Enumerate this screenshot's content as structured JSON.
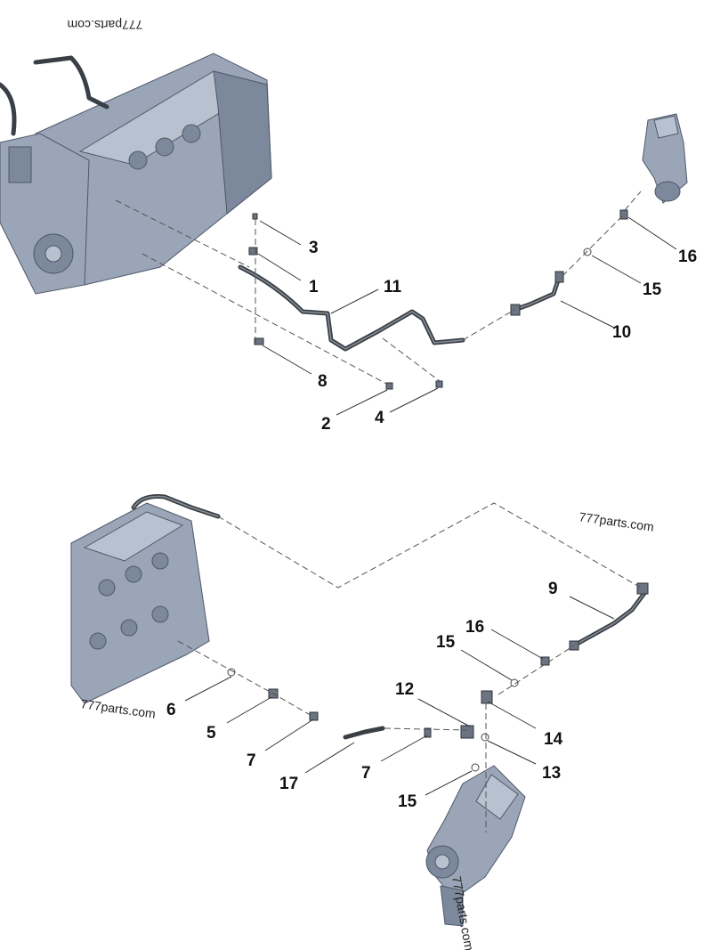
{
  "watermarks": {
    "top": "777parts.com",
    "right": "777parts.com",
    "left": "777parts.com",
    "bottom": "777parts.com"
  },
  "callouts_top": [
    "3",
    "1",
    "11",
    "8",
    "2",
    "4",
    "10",
    "15",
    "16"
  ],
  "callouts_bottom": [
    "9",
    "16",
    "15",
    "12",
    "6",
    "5",
    "7",
    "17",
    "7",
    "14",
    "13",
    "15"
  ],
  "colors": {
    "engine": "#9aa6b8",
    "tube": "#3a3f46",
    "text": "#111111"
  }
}
